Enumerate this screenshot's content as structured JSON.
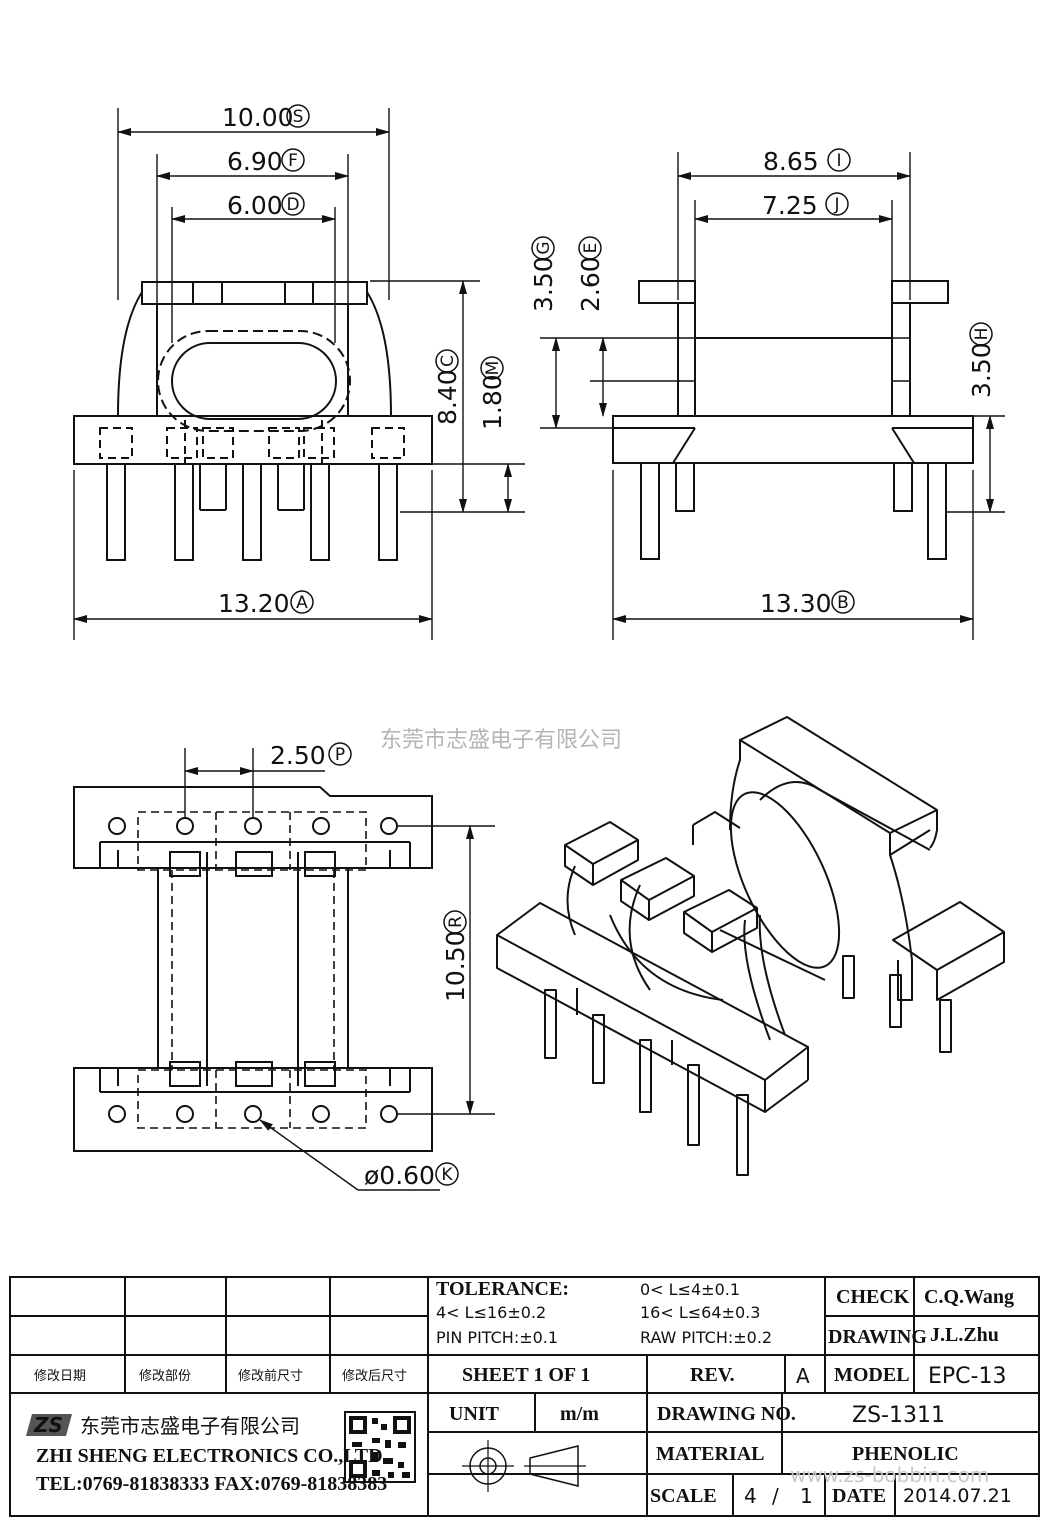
{
  "watermark": {
    "cn_company": "东莞市志盛电子有限公司",
    "url": "www.zs-bobbin.com"
  },
  "dimensions": {
    "s": {
      "value": "10.00",
      "mark": "S"
    },
    "f": {
      "value": "6.90",
      "mark": "F"
    },
    "d": {
      "value": "6.00",
      "mark": "D"
    },
    "c": {
      "value": "8.40",
      "mark": "C"
    },
    "m": {
      "value": "1.80",
      "mark": "M"
    },
    "a": {
      "value": "13.20",
      "mark": "A"
    },
    "i": {
      "value": "8.65",
      "mark": "I"
    },
    "j": {
      "value": "7.25",
      "mark": "J"
    },
    "g": {
      "value": "3.50",
      "mark": "G"
    },
    "e": {
      "value": "2.60",
      "mark": "E"
    },
    "h": {
      "value": "3.50",
      "mark": "H"
    },
    "b": {
      "value": "13.30",
      "mark": "B"
    },
    "p": {
      "value": "2.50",
      "mark": "P"
    },
    "r": {
      "value": "10.50",
      "mark": "R"
    },
    "k": {
      "value": "ø0.60",
      "mark": "K"
    }
  },
  "title_block": {
    "tolerance_label": "TOLERANCE:",
    "tol_1": "0< L≤4±0.1",
    "tol_2": "4< L≤16±0.2",
    "tol_3": "16< L≤64±0.3",
    "pin_pitch": "PIN PITCH:±0.1",
    "raw_pitch": "RAW PITCH:±0.2",
    "check_label": "CHECK",
    "check_value": "C.Q.Wang",
    "drawing_label": "DRAWING",
    "drawing_value": "J.L.Zhu",
    "rev_headers": [
      "修改日期",
      "修改部份",
      "修改前尺寸",
      "修改后尺寸"
    ],
    "sheet": "SHEET 1 OF 1",
    "rev_label": "REV.",
    "rev_value": "A",
    "model_label": "MODEL",
    "model_value": "EPC-13",
    "company_cn": "东莞市志盛电子有限公司",
    "company_en": "ZHI SHENG ELECTRONICS CO.,LTD",
    "contact": "TEL:0769-81838333 FAX:0769-81838383",
    "logo_text": "ZS",
    "unit_label": "UNIT",
    "unit_value": "m/m",
    "drawing_no_label": "DRAWING NO.",
    "drawing_no_value": "ZS-1311",
    "material_label": "MATERIAL",
    "material_value": "PHENOLIC",
    "scale_label": "SCALE",
    "scale_num": "4",
    "scale_sep": "/",
    "scale_den": "1",
    "date_label": "DATE",
    "date_value": "2014.07.21"
  }
}
